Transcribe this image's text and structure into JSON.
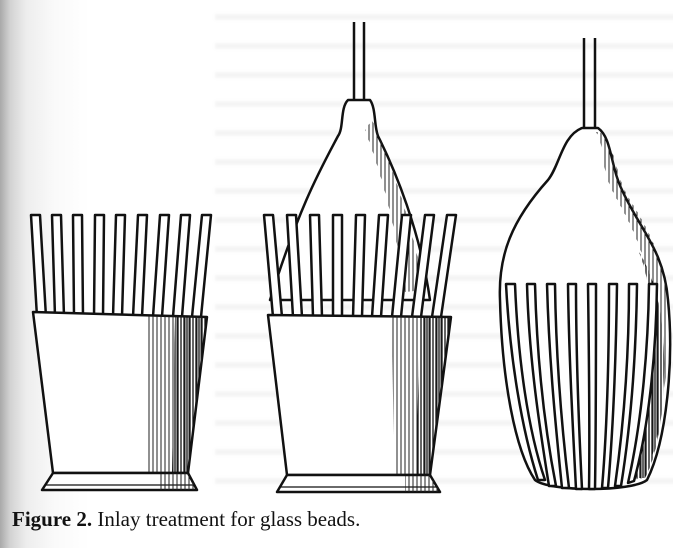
{
  "figure": {
    "drawings": [
      {
        "name": "comb-cup-drawing"
      },
      {
        "name": "comb-cup-cone-drawing"
      },
      {
        "name": "inlaid-bead-drawing"
      }
    ],
    "caption": {
      "label": "Figure 2.",
      "text": "Inlay treatment for glass beads."
    }
  }
}
